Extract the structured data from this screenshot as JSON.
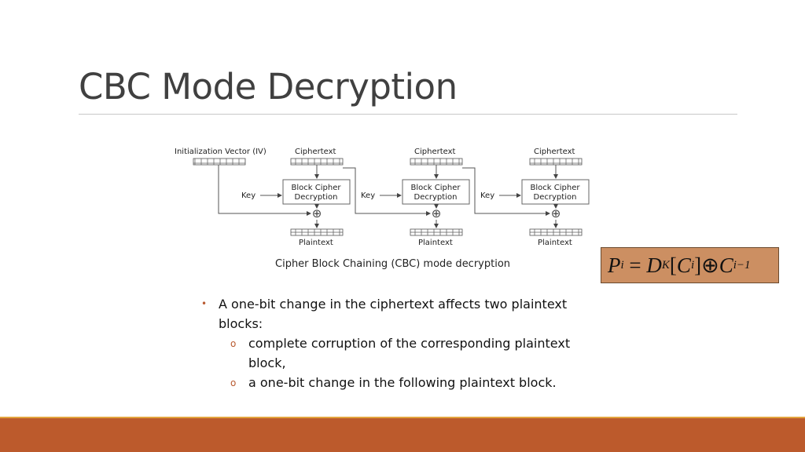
{
  "title": "CBC Mode Decryption",
  "diagram": {
    "iv_label": "Initialization Vector (IV)",
    "ciphertext_label": "Ciphertext",
    "block_label_line1": "Block Cipher",
    "block_label_line2": "Decryption",
    "key_label": "Key",
    "plaintext_label": "Plaintext",
    "caption": "Cipher Block Chaining (CBC) mode decryption",
    "xor_symbol": "⊕"
  },
  "formula": {
    "p": "P",
    "i1": "i",
    "eq": " = ",
    "d": "D",
    "k": "K",
    "lb": "[",
    "c1": "C",
    "i2": "i",
    "rb": "]",
    "xor": "⊕",
    "c2": "C",
    "sub2": "i−1",
    "colors": {
      "background": "#cc8f62",
      "border": "#6a4a2e"
    }
  },
  "bullets": [
    {
      "text": "A one-bit change in the ciphertext affects two plaintext blocks:",
      "sub": [
        {
          "text": "complete corruption of the corresponding plaintext block,"
        },
        {
          "text": "a one-bit change in the  following plaintext block."
        }
      ]
    }
  ],
  "bullet_markers": {
    "level1": "•",
    "level2": "o"
  },
  "theme": {
    "band_color": "#bc5a2c",
    "band_accent": "#e3a43e",
    "title_color": "#404040"
  }
}
